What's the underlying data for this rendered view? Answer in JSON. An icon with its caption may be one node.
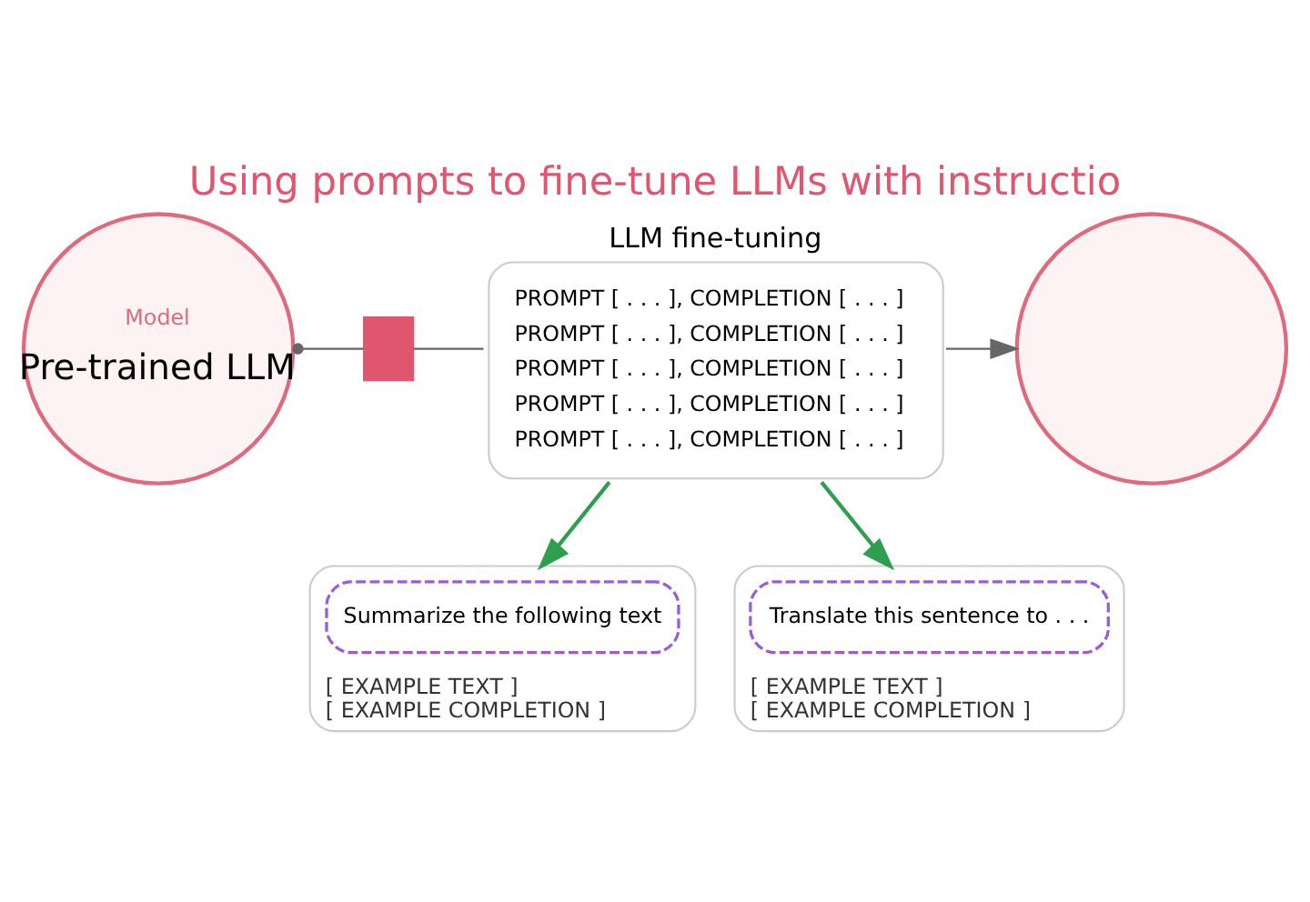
{
  "diagram": {
    "title": "Using prompts to fine-tune LLMs with instructio",
    "nodes": [
      {
        "text": [
          "Model",
          "Pre-trained LLM"
        ]
      },
      {
        "text": [],
        "shape": "box"
      },
      {
        "text": [
          "LLM fine-tuning",
          "PROMPT [ . . . ], COMPLETION [ . . . ]",
          "PROMPT [ . . . ], COMPLETION [ . . . ]",
          "PROMPT [ . . . ], COMPLETION [ . . . ]",
          "PROMPT [ . . . ], COMPLETION [ . . . ]",
          "PROMPT [ . . . ], COMPLETION [ . . . ]"
        ]
      },
      {
        "text": [],
        "shape": "circle"
      },
      {
        "text": [
          "[ EXAMPLE TEXT ]",
          "[ EXAMPLE COMPLETION ]"
        ]
      },
      {
        "text": [
          "Summarize the following text"
        ],
        "in": 4
      },
      {
        "text": [
          "[ EXAMPLE TEXT ]",
          "[ EXAMPLE COMPLETION ]"
        ]
      },
      {
        "text": [
          "Translate this sentence to . . ."
        ],
        "in": 6
      }
    ],
    "edges": [
      {
        "from": 0,
        "to": 1,
        "arrow": "other"
      },
      {
        "from": 1,
        "to": 2,
        "arrow": "none"
      },
      {
        "from": 2,
        "to": 3,
        "arrow": "to"
      },
      {
        "from": 2,
        "to": 4,
        "arrow": "to",
        "color": "#2e9e4f"
      },
      {
        "from": 2,
        "to": 6,
        "arrow": "to",
        "color": "#2e9e4f"
      }
    ]
  }
}
